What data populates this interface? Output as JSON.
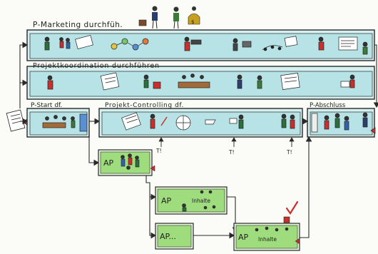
{
  "lanes": {
    "marketing": "P-Marketing durchfüh.",
    "koordination": "Projektkoordination durchführen",
    "start": "P-Start df.",
    "controlling": "Projekt-Controlling df.",
    "abschluss": "P-Abschluss"
  },
  "work_packages": {
    "ap1": "AP",
    "ap2": "AP",
    "ap2_inhalte": "Inhalte",
    "ap3": "AP...",
    "ap4": "AP",
    "ap4_inhalte": "Inhalte"
  },
  "milestones": [
    "T!",
    "T!",
    "T!"
  ],
  "colors": {
    "lane_fill": "#b7e3e6",
    "lane_fill_light": "#d4eff0",
    "ap_fill": "#9edc7d",
    "ink": "#2a2a2a",
    "accent_red": "#c9302c"
  }
}
